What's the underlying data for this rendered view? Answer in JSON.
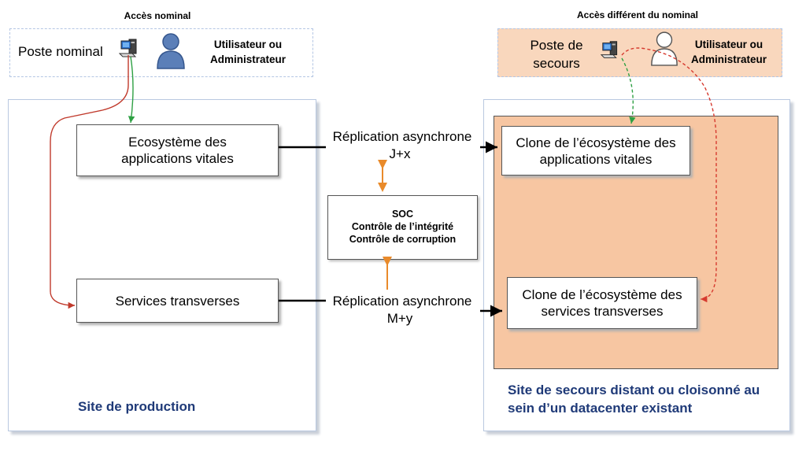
{
  "nominal_access": {
    "title": "Accès nominal",
    "workstation": "Poste nominal",
    "user": "Utilisateur ou Administrateur"
  },
  "backup_access": {
    "title": "Accès différent du nominal",
    "workstation": "Poste de secours",
    "user": "Utilisateur ou Administrateur"
  },
  "production_site": {
    "label": "Site de production",
    "vital_apps": "Ecosystème des applications vitales",
    "transverse_services": "Services transverses"
  },
  "backup_site": {
    "label": "Site de secours distant ou cloisonné au sein d’un datacenter existant",
    "vital_apps_clone": "Clone de l’écosystème des applications vitales",
    "transverse_clone": "Clone de l’écosystème des services transverses"
  },
  "replication_top": {
    "line1": "Réplication asynchrone",
    "line2": "J+x"
  },
  "replication_bottom": {
    "line1": "Réplication asynchrone",
    "line2": "M+y"
  },
  "soc": {
    "title": "SOC",
    "line1": "Contrôle de l’intégrité",
    "line2": "Contrôle de corruption"
  },
  "colors": {
    "nominal_path": "#c0392b",
    "nominal_access_path": "#2ea043",
    "backup_path": "#d63a2f",
    "soc_arrow": "#e98a2a",
    "site_label": "#1f3a78",
    "backup_zone_fill": "#f7c6a2"
  },
  "icons": [
    "computer-icon",
    "user-icon"
  ]
}
